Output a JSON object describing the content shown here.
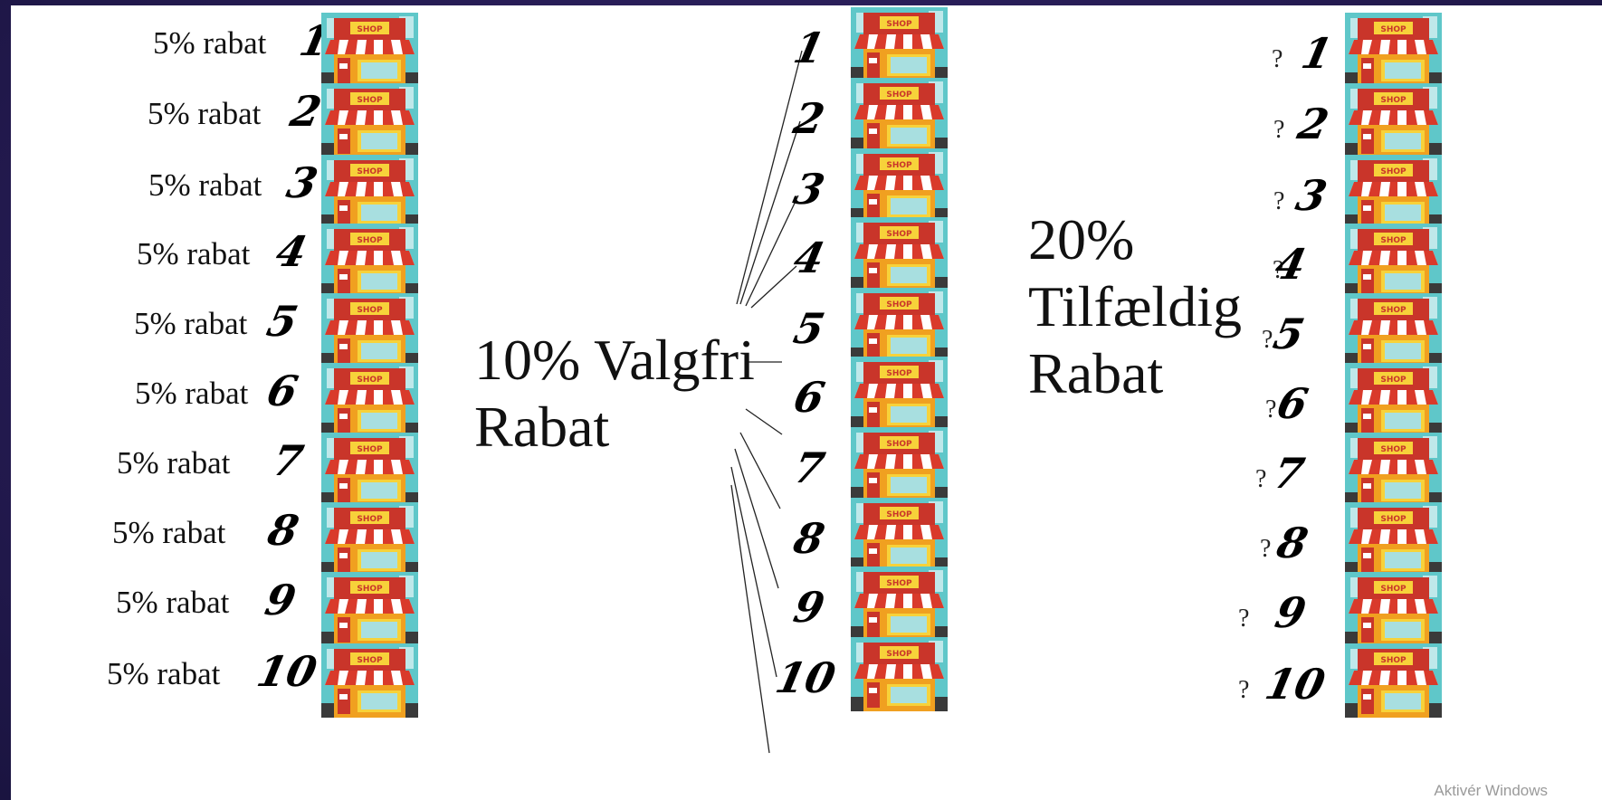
{
  "left_column": {
    "items": [
      {
        "label": "5% rabat",
        "number": "1"
      },
      {
        "label": "5% rabat",
        "number": "2"
      },
      {
        "label": "5% rabat",
        "number": "3"
      },
      {
        "label": "5% rabat",
        "number": "4"
      },
      {
        "label": "5% rabat",
        "number": "5"
      },
      {
        "label": "5% rabat",
        "number": "6"
      },
      {
        "label": "5% rabat",
        "number": "7"
      },
      {
        "label": "5% rabat",
        "number": "8"
      },
      {
        "label": "5% rabat",
        "number": "9"
      },
      {
        "label": "5% rabat",
        "number": "10"
      }
    ]
  },
  "middle": {
    "title_line1": "10% Valgfri",
    "title_line2": "Rabat",
    "numbers": [
      "1",
      "2",
      "3",
      "4",
      "5",
      "6",
      "7",
      "8",
      "9",
      "10"
    ]
  },
  "right": {
    "title_line1": "20%",
    "title_line2": "Tilfældig",
    "title_line3": "Rabat",
    "question_mark": "?",
    "numbers": [
      "1",
      "2",
      "3",
      "4",
      "5",
      "6",
      "7",
      "8",
      "9",
      "10"
    ]
  },
  "shop_sign_text": "SHOP",
  "watermark": "Aktivér Windows",
  "colors": {
    "awning_red": "#d93a2b",
    "awning_white": "#ffffff",
    "wall_orange": "#f0a020",
    "sky": "#5fc7c9",
    "sign_yellow": "#f7d23a"
  }
}
